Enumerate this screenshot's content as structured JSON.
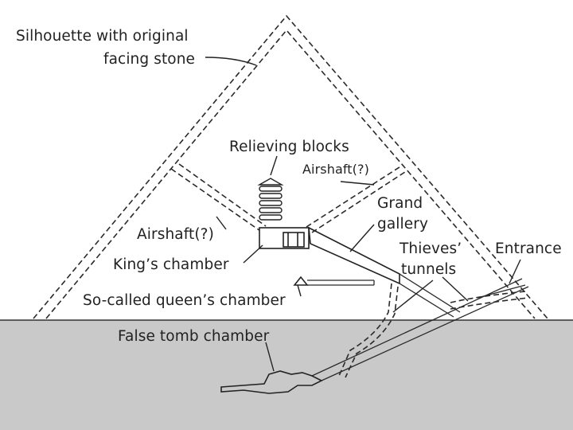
{
  "labels": {
    "silhouette_line1": "Silhouette with original",
    "silhouette_line2": "facing stone",
    "relieving_blocks": "Relieving blocks",
    "airshaft_upper": "Airshaft(?)",
    "grand_line1": "Grand",
    "grand_line2": "gallery",
    "airshaft_left": "Airshaft(?)",
    "thieves_line1": "Thieves’",
    "thieves_line2": "tunnels",
    "entrance": "Entrance",
    "kings_chamber": "King’s chamber",
    "queens_chamber": "So-called queen’s chamber",
    "false_tomb": "False tomb chamber"
  },
  "colors": {
    "ground": "#c9c9c9",
    "ink": "#222222",
    "background": "#ffffff"
  }
}
